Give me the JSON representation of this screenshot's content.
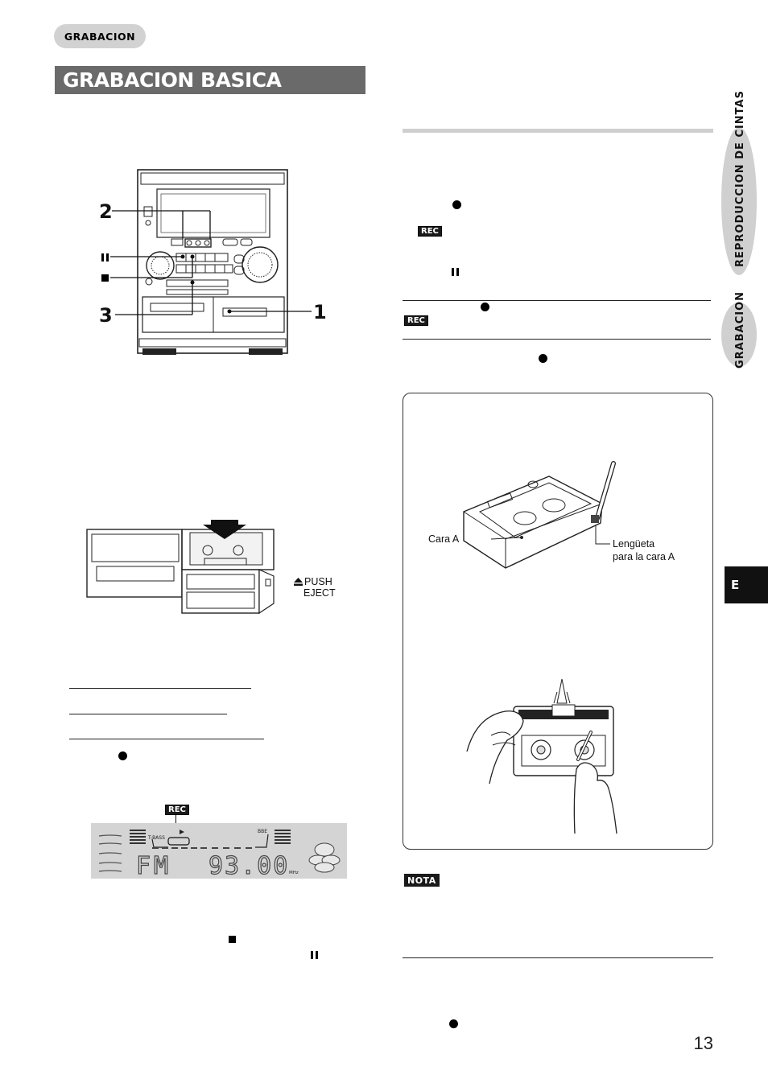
{
  "header": {
    "section_label": "GRABACION",
    "page_title": "GRABACION BASICA"
  },
  "side_tab": {
    "vertical_text_a": "GRABACION",
    "vertical_text_b": "REPRODUCCION DE CINTAS",
    "language_letter": "E"
  },
  "figure_unit": {
    "callouts": [
      "2",
      "3",
      "1"
    ]
  },
  "figure_deck": {
    "push_label": "PUSH",
    "eject_label": "EJECT"
  },
  "figure_display": {
    "rec_label": "REC",
    "tbass_label": "T-BASS",
    "bbe_label": "BBE",
    "band": "FM",
    "frequency": "93.00",
    "unit": "MHz"
  },
  "right_column": {
    "rec_label_1": "REC",
    "rec_label_2": "REC"
  },
  "tabs_box": {
    "cara_label": "Cara A",
    "tab_label_line1": "Lengüeta",
    "tab_label_line2": "para la cara A"
  },
  "nota": {
    "badge": "NOTA"
  },
  "page_number": "13"
}
